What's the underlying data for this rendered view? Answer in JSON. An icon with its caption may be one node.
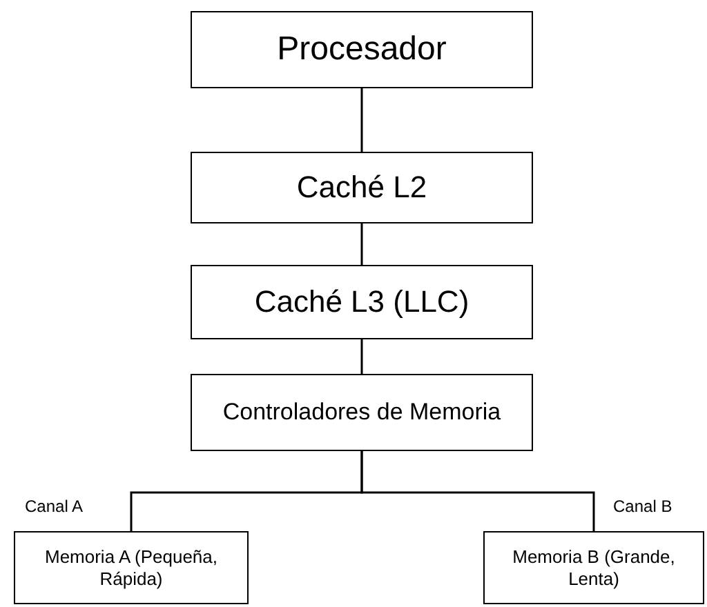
{
  "diagram": {
    "nodes": [
      {
        "text": [
          "Procesador"
        ]
      },
      {
        "text": [
          "Caché L2"
        ]
      },
      {
        "text": [
          "Caché L3 (LLC)"
        ]
      },
      {
        "text": [
          "Controladores de Memoria"
        ]
      },
      {
        "text": [
          "Memoria A (Pequeña, Rápida)"
        ]
      },
      {
        "text": [
          "Memoria B (Grande, Lenta)"
        ]
      }
    ],
    "edges": [
      {
        "from": 0,
        "to": 1,
        "arrow": "none"
      },
      {
        "from": 1,
        "to": 2,
        "arrow": "none"
      },
      {
        "from": 2,
        "to": 3,
        "arrow": "none"
      },
      {
        "from": 3,
        "to": 4,
        "arrow": "none",
        "label": "Canal A"
      },
      {
        "from": 3,
        "to": 5,
        "arrow": "none",
        "label": "Canal B"
      }
    ]
  }
}
